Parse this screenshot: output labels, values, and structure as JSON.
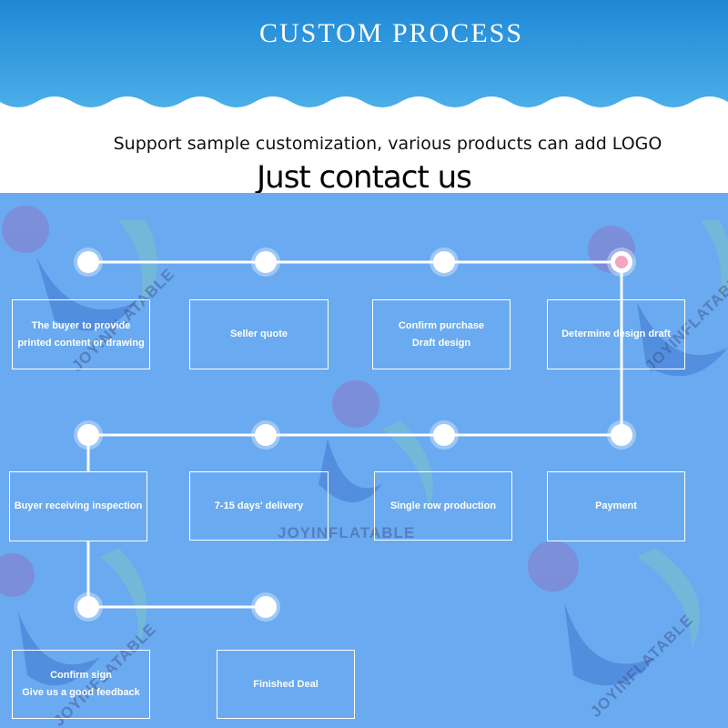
{
  "banner": {
    "title": "CUSTOM PROCESS",
    "colors": {
      "top": "#1f88d6",
      "bottom": "#3fa6e6"
    }
  },
  "intro": {
    "subtitle": "Support sample customization, various products can add LOGO",
    "contact": "Just contact us"
  },
  "watermark": "JOYINFLATABLE",
  "colors": {
    "background": "#6aaaf0",
    "line": "#ffffff",
    "accent_node": "#f2a6c2",
    "deco_purple": "#8a78c8",
    "deco_teal": "#7cc3c7",
    "deco_blue": "#3f78d0"
  },
  "steps": [
    {
      "lines": [
        "The buyer to provide",
        "printed content or drawing"
      ]
    },
    {
      "lines": [
        "Seller quote"
      ]
    },
    {
      "lines": [
        "Confirm purchase",
        "Draft design"
      ]
    },
    {
      "lines": [
        "Determine design draft"
      ]
    },
    {
      "lines": [
        "Payment"
      ]
    },
    {
      "lines": [
        "Single row production"
      ]
    },
    {
      "lines": [
        "7-15 days' delivery"
      ]
    },
    {
      "lines": [
        "Buyer receiving inspection"
      ]
    },
    {
      "lines": [
        "Confirm sign",
        "Give us a good feedback"
      ]
    },
    {
      "lines": [
        "Finished Deal"
      ]
    }
  ]
}
